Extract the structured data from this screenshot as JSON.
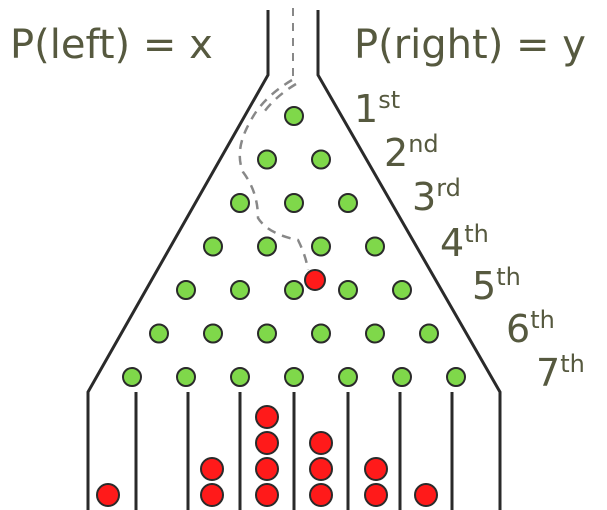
{
  "labels": {
    "left": "P(left) = x",
    "right": "P(right) = y"
  },
  "rows": [
    {
      "num": "1",
      "suffix": "st"
    },
    {
      "num": "2",
      "suffix": "nd"
    },
    {
      "num": "3",
      "suffix": "rd"
    },
    {
      "num": "4",
      "suffix": "th"
    },
    {
      "num": "5",
      "suffix": "th"
    },
    {
      "num": "6",
      "suffix": "th"
    },
    {
      "num": "7",
      "suffix": "th"
    }
  ],
  "bin_counts": [
    1,
    0,
    2,
    4,
    3,
    2,
    1,
    0
  ],
  "colors": {
    "peg_fill": "#7fd84a",
    "ball_fill": "#ff1a1a",
    "label": "#56593f",
    "line": "#2a2a2a"
  }
}
